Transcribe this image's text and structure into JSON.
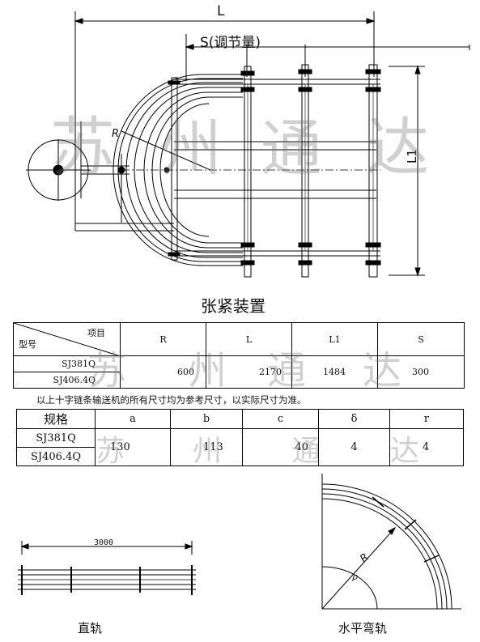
{
  "top_drawing": {
    "dim_L": "L",
    "dim_S": "S(调节量)",
    "dim_L1": "L1",
    "dim_R": "R",
    "caption": "张紧装置"
  },
  "table1": {
    "header_item": "项目",
    "header_model": "型号",
    "columns": [
      "R",
      "L",
      "L1",
      "S"
    ],
    "models": [
      "SJ381Q",
      "SJ406.4Q"
    ],
    "values": [
      "600",
      "2170",
      "1484",
      "300"
    ]
  },
  "note": "以上十字链条输送机的所有尺寸均为参考尺寸，以实际尺寸为准。",
  "table2": {
    "header_spec": "规格",
    "columns": [
      "a",
      "b",
      "c",
      "δ",
      "r"
    ],
    "models": [
      "SJ381Q",
      "SJ406.4Q"
    ],
    "values": [
      "130",
      "113",
      "40",
      "4",
      "4"
    ]
  },
  "straight_rail": {
    "dim": "3000",
    "caption": "直轨"
  },
  "curved_rail": {
    "dim_R": "R",
    "dim_r": "ρ",
    "caption": "水平弯轨"
  },
  "watermark": {
    "chars": [
      "苏",
      "州",
      "通",
      "达"
    ]
  }
}
